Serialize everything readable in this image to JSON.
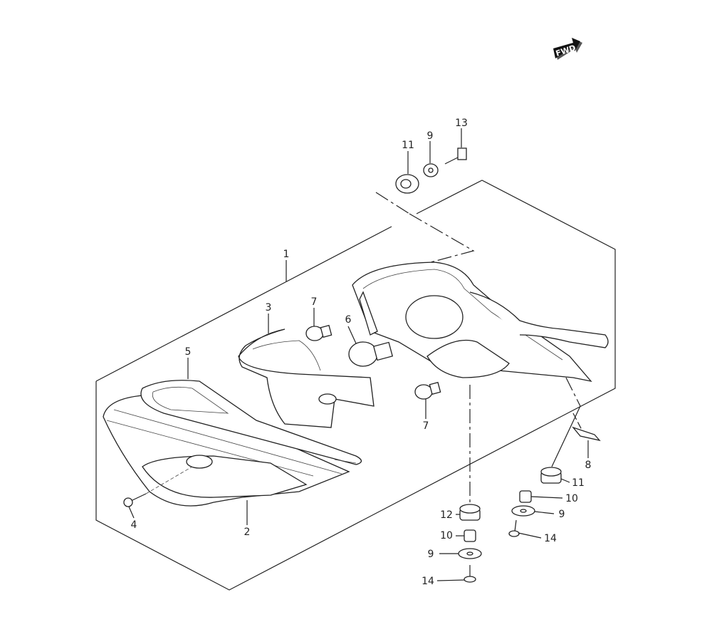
{
  "diagram": {
    "fwd_label": "FWD",
    "callouts": {
      "c1": "1",
      "c2": "2",
      "c3": "3",
      "c4": "4",
      "c5": "5",
      "c6": "6",
      "c7a": "7",
      "c7b": "7",
      "c8": "8",
      "c9a": "9",
      "c9b": "9",
      "c9c": "9",
      "c10a": "10",
      "c10b": "10",
      "c11a": "11",
      "c11b": "11",
      "c12": "12",
      "c13": "13",
      "c14a": "14",
      "c14b": "14"
    }
  }
}
